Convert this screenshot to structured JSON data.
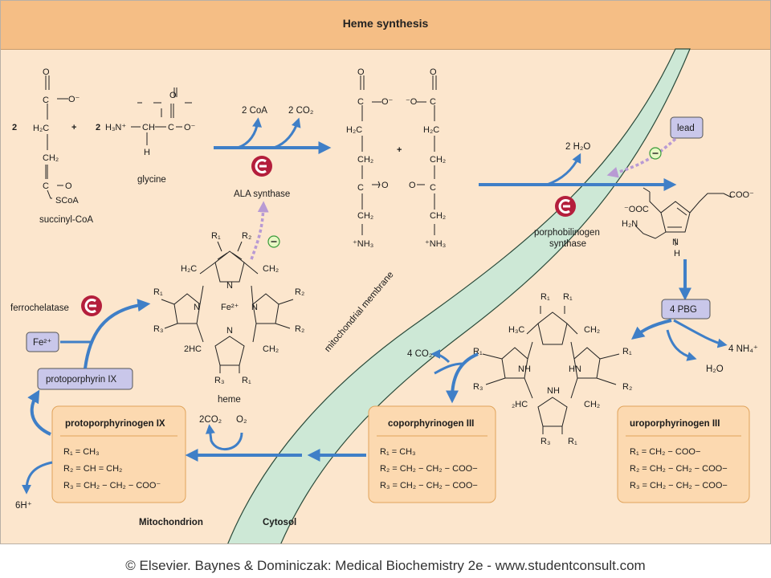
{
  "title": "Heme synthesis",
  "credit": "© Elsevier. Baynes & Dominiczak: Medical Biochemistry 2e - www.studentconsult.com",
  "colors": {
    "background": "#fce6cd",
    "title_bar": "#f5be85",
    "membrane": "#cde8d6",
    "arrow": "#3f7fc7",
    "enzyme": "#b41e3c",
    "inhibition": "#b89ad4",
    "box": "#c9c7ea"
  },
  "compartments": {
    "mitochondrion": "Mitochondrion",
    "cytosol": "Cytosol",
    "membrane": "mitochondrial membrane"
  },
  "reactants": {
    "succinyl_coa": "succinyl-CoA",
    "glycine": "glycine",
    "coeff_2a": "2",
    "coeff_2b": "2",
    "plus1": "+",
    "plus2": "+"
  },
  "ala_synthase_step": {
    "enzyme": "ALA synthase",
    "byproduct_1": "2 CoA",
    "byproduct_2": "2 CO₂"
  },
  "pbg_synthase_step": {
    "enzyme_line1": "porphobilinogen",
    "enzyme_line2": "synthase",
    "byproduct": "2 H₂O",
    "inhibitor": "lead"
  },
  "pbg": {
    "label": "4 PBG",
    "byproduct_1": "4 NH₄⁺",
    "byproduct_2": "H₂O"
  },
  "heme": {
    "label": "heme",
    "metal": "Fe²⁺"
  },
  "ferrochelatase_step": {
    "enzyme": "ferrochelatase",
    "substrate": "protoporphyrin IX",
    "metal_in": "Fe²⁺"
  },
  "boxes": [
    {
      "title": "protoporphyrinogen IX",
      "r1": "R₁ = CH₃",
      "r2": "R₂ = CH = CH₂",
      "r3": "R₃ = CH₂ − CH₂ − COO⁻"
    },
    {
      "title": "coporphyrinogen III",
      "r1": "R₁ = CH₃",
      "r2": "R₂ = CH₂ − CH₂ − COO−",
      "r3": "R₃ = CH₂ − CH₂ − COO−"
    },
    {
      "title": "uroporphyrinogen III",
      "r1": "R₁ = CH₂ − COO−",
      "r2": "R₂ = CH₂ − CH₂ − COO−",
      "r3": "R₃ = CH₂ − CH₂ − COO−"
    }
  ],
  "side_products": {
    "coprogen_step": "4 CO₂",
    "protogen_step_1": "2CO₂",
    "protogen_step_2": "O₂",
    "protons": "6H⁺"
  },
  "inhibition_sign": "−"
}
